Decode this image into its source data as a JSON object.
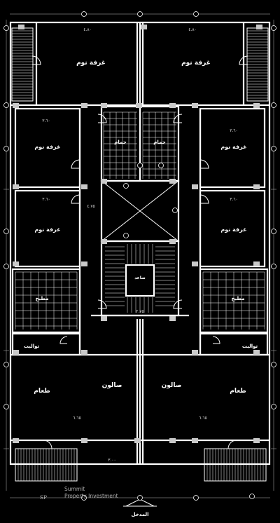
{
  "labels": {
    "bedroom": "غرفة نوم",
    "bathroom": "حمام",
    "kitchen": "مطبخ",
    "toilets": "تواليت",
    "salon": "صالون",
    "dining": "طعام",
    "entrance": "المدخل",
    "stair_up": "صاعد"
  },
  "dimensions": {
    "top_width": "٤.٨٠",
    "mid_room_width": "٣.٦٠",
    "hall_width": "٤.٧٥",
    "stair_width": "٢.٧٥",
    "lower_width": "٦.٦٥",
    "bottom_width": "٣.٠٠"
  },
  "watermark": {
    "monogram": "SP",
    "line1": "Summit",
    "line2": "Property Investment"
  }
}
